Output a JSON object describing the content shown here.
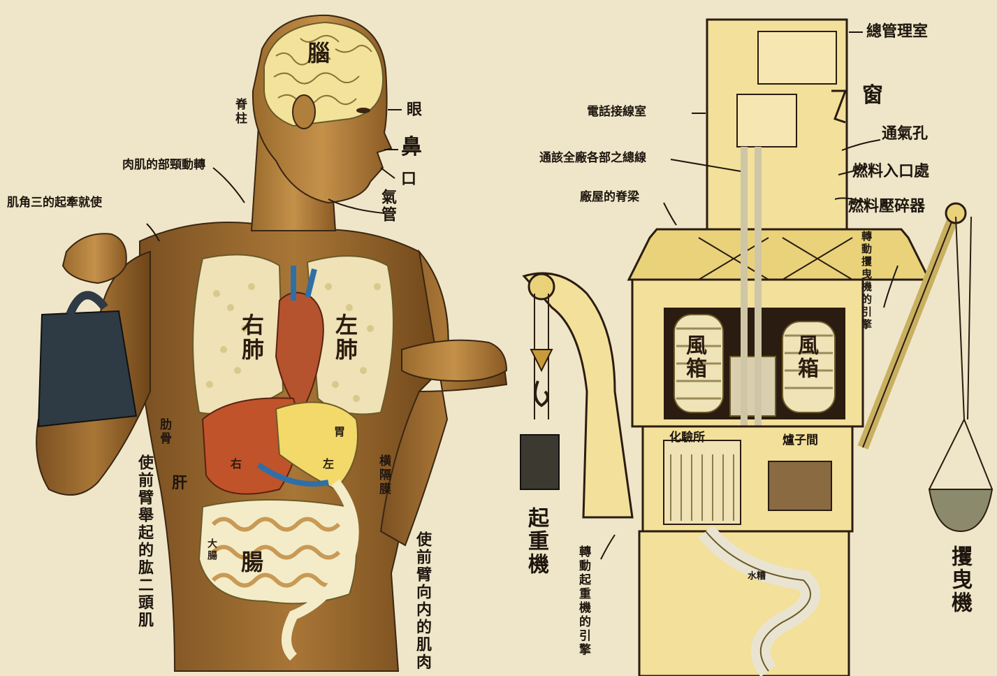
{
  "human": {
    "brain": "腦",
    "eye": "眼",
    "nose": "鼻",
    "mouth": "口",
    "trachea": "氣管",
    "spine": "脊柱",
    "neck_artery": "肉肌的部頸動轉",
    "triceps": "肌角三的起牽就使",
    "right_lung": "右肺",
    "left_lung": "左肺",
    "ribs": "肋骨",
    "liver": "肝",
    "stomach": "胃",
    "stomach_left": "左",
    "liver_right": "右",
    "diaphragm": "横隔膜",
    "intestine": "腸",
    "large_intestine": "大腸",
    "biceps": "使前臂舉起的肱二頭肌",
    "forearm_inner": "使前臂向内的肌肉"
  },
  "factory": {
    "manager_room": "總管理室",
    "window": "窗",
    "vent": "通氣孔",
    "fuel_inlet": "燃料入口處",
    "fuel_crusher": "燃料壓碎器",
    "phone_room": "電話接線室",
    "main_line": "通該全廠各部之總線",
    "roof_beam": "廠屋的脊梁",
    "excavator_engine": "轉動攫曳機的引擎",
    "bellows_left": "風箱",
    "bellows_right": "風箱",
    "chem_lab": "化驗所",
    "furnace_room": "爐子間",
    "crane": "起重機",
    "crane_engine": "轉動起重機的引擎",
    "excavator": "攫曳機",
    "pipe": "水糟"
  }
}
